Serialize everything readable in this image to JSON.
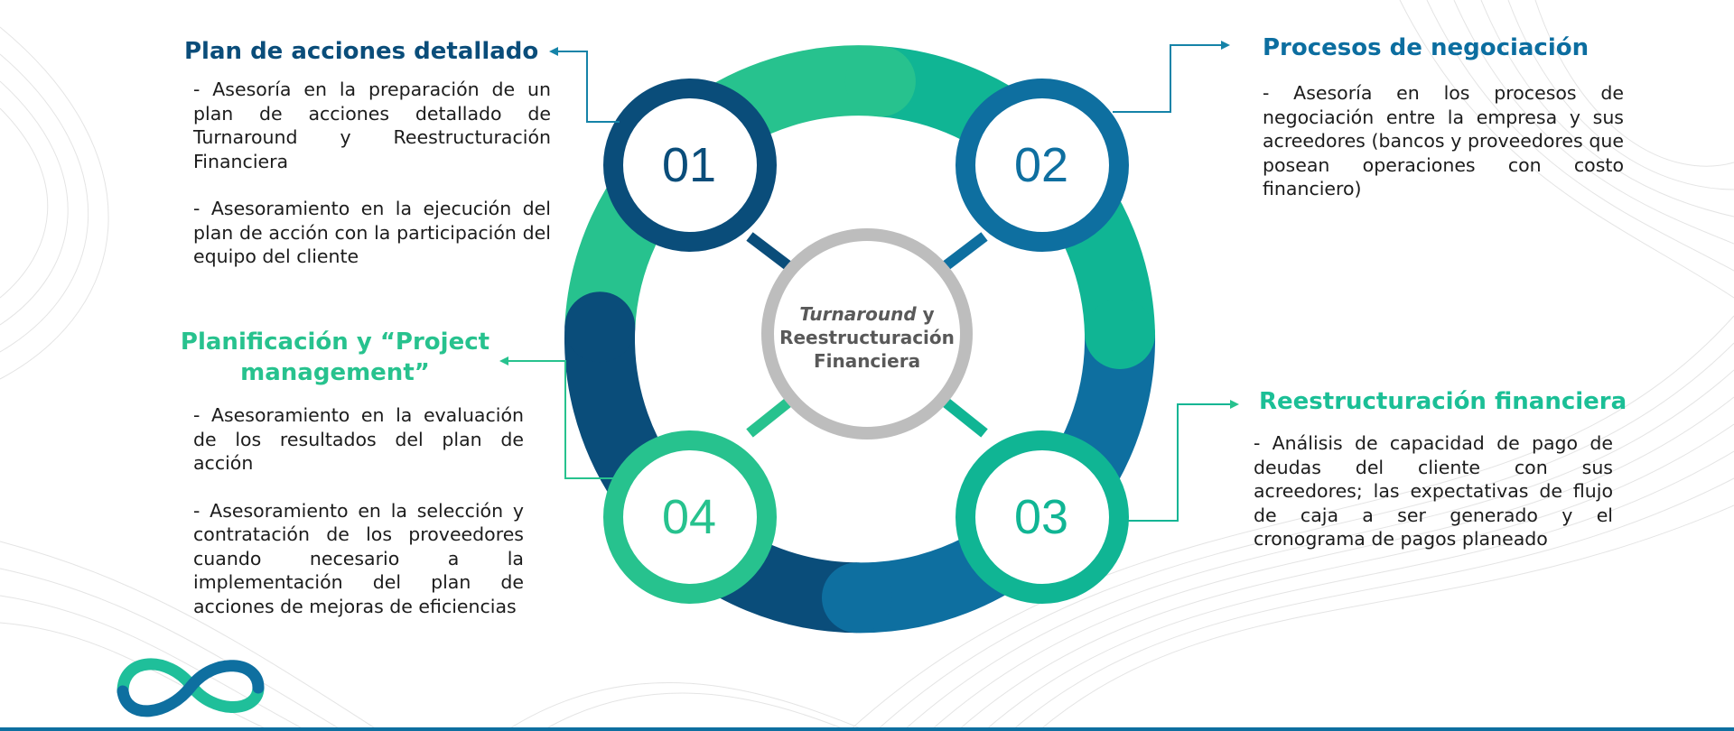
{
  "colors": {
    "dark_navy": "#0a4d7a",
    "blue": "#0e6fa0",
    "teal": "#10b594",
    "green": "#27c28e",
    "ring_gray": "#bdbdbd",
    "center_text": "#595959",
    "arrow": "#1583a8"
  },
  "center": {
    "italic": "Turnaround",
    "suffix": " y",
    "line2": "Reestructuración",
    "line3": "Financiera"
  },
  "nodes": [
    {
      "number": "01",
      "title": "Plan de acciones detallado",
      "paragraphs": [
        "- Asesoría en la preparación de un plan de acciones detallado de Turnaround y Reestructuración Financiera",
        "- Asesoramiento en la ejecución del plan de acción con la participación del equipo del cliente"
      ]
    },
    {
      "number": "02",
      "title": "Procesos de negociación",
      "paragraphs": [
        "- Asesoría en los procesos de negociación entre la empresa y sus acreedores (bancos y proveedores que posean operaciones con costo financiero)"
      ]
    },
    {
      "number": "03",
      "title": "Reestructuración financiera",
      "paragraphs": [
        "- Análisis de capacidad de pago de deudas del cliente con sus acreedores; las expectativas de flujo de caja a ser generado y el cronograma de pagos planeado"
      ]
    },
    {
      "number": "04",
      "title": "Planificación y “Project management”",
      "paragraphs": [
        "- Asesoramiento en la evaluación de los resultados del plan de acción",
        "- Asesoramiento en la selección y contratación de los proveedores cuando necesario a la implementación del plan de acciones de mejoras de eficiencias"
      ]
    }
  ],
  "logo_icon": "infinity-logo-icon"
}
